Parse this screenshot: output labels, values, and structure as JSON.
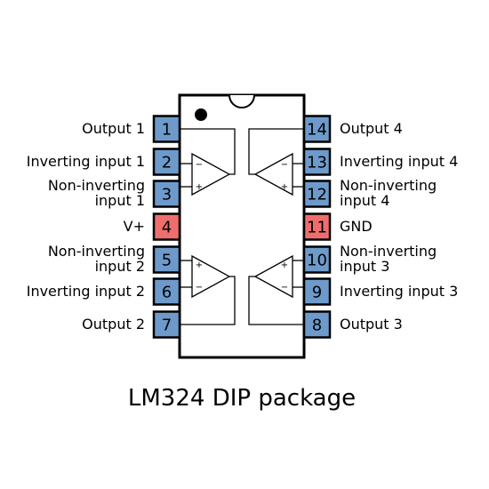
{
  "caption": "LM324 DIP package",
  "colors": {
    "signal_pin": "#6d9acb",
    "power_pin": "#ee6e6e",
    "outline": "#000000",
    "background": "#ffffff"
  },
  "pins": [
    {
      "num": "1",
      "label": [
        "Output 1"
      ],
      "type": "signal"
    },
    {
      "num": "2",
      "label": [
        "Inverting input 1"
      ],
      "type": "signal"
    },
    {
      "num": "3",
      "label": [
        "Non-inverting",
        "input 1"
      ],
      "type": "signal"
    },
    {
      "num": "4",
      "label": [
        "V+"
      ],
      "type": "power"
    },
    {
      "num": "5",
      "label": [
        "Non-inverting",
        "input 2"
      ],
      "type": "signal"
    },
    {
      "num": "6",
      "label": [
        "Inverting input 2"
      ],
      "type": "signal"
    },
    {
      "num": "7",
      "label": [
        "Output 2"
      ],
      "type": "signal"
    },
    {
      "num": "8",
      "label": [
        "Output 3"
      ],
      "type": "signal"
    },
    {
      "num": "9",
      "label": [
        "Inverting input 3"
      ],
      "type": "signal"
    },
    {
      "num": "10",
      "label": [
        "Non-inverting",
        "input 3"
      ],
      "type": "signal"
    },
    {
      "num": "11",
      "label": [
        "GND"
      ],
      "type": "power"
    },
    {
      "num": "12",
      "label": [
        "Non-inverting",
        "input 4"
      ],
      "type": "signal"
    },
    {
      "num": "13",
      "label": [
        "Inverting input 4"
      ],
      "type": "signal"
    },
    {
      "num": "14",
      "label": [
        "Output 4"
      ],
      "type": "signal"
    }
  ],
  "amplifiers": [
    {
      "signs": [
        "−",
        "+"
      ]
    },
    {
      "signs": [
        "+",
        "−"
      ]
    },
    {
      "signs": [
        "−",
        "+"
      ]
    },
    {
      "signs": [
        "+",
        "−"
      ]
    }
  ]
}
